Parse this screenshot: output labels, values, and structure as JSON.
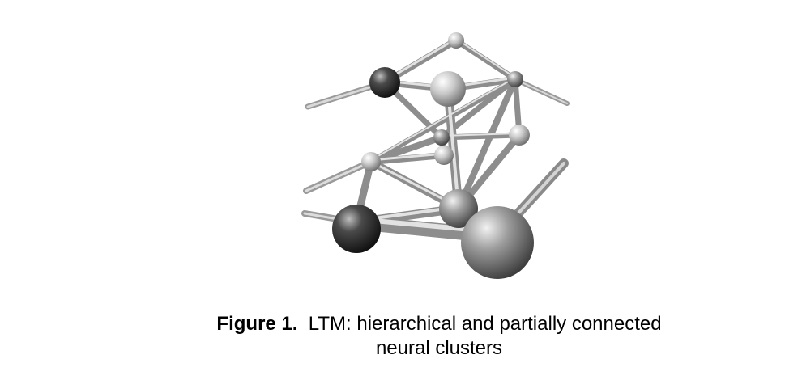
{
  "figure": {
    "label": "Figure 1.",
    "caption_line1": "LTM: hierarchical and partially connected",
    "caption_line2": "neural clusters"
  },
  "colors": {
    "background": "#ffffff",
    "node_light": "#e8e8e8",
    "node_mid": "#9a9a9a",
    "node_dark": "#2a2a2a"
  }
}
